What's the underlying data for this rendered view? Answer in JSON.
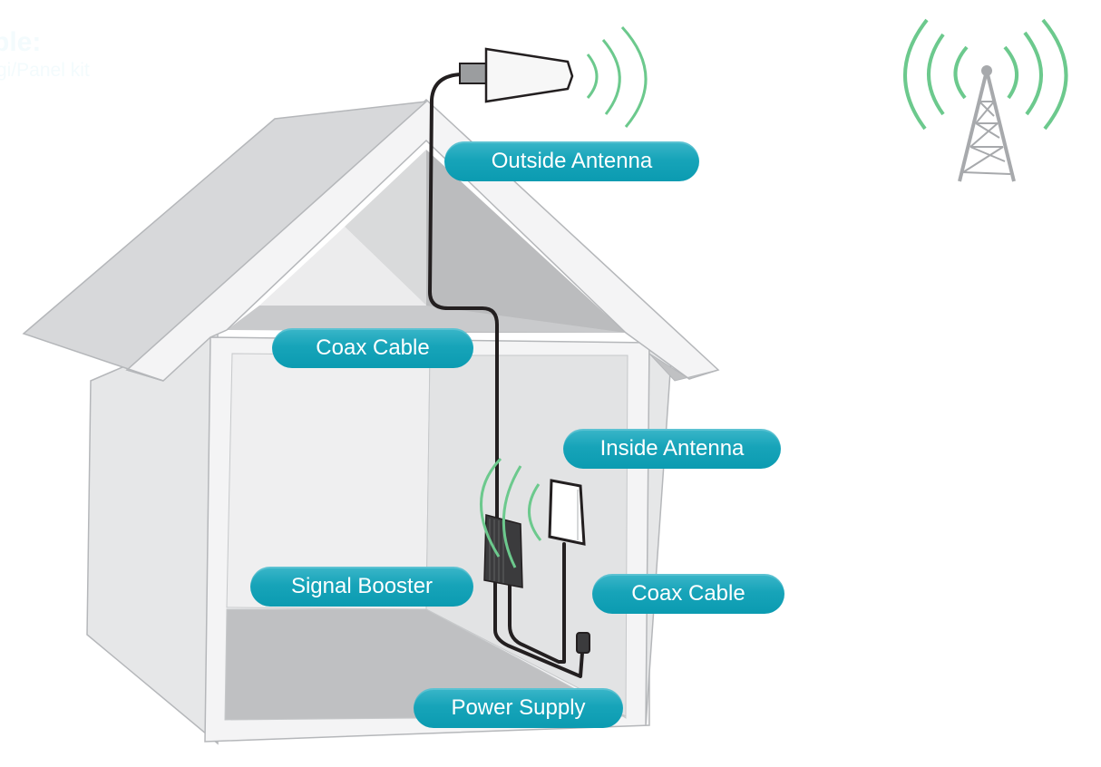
{
  "diagram": {
    "type": "cell-signal-booster-installation",
    "faded_heading": "ple:",
    "faded_subheading": "gi/Panel kit",
    "labels": {
      "outside_antenna": "Outside Antenna",
      "coax_cable_upper": "Coax Cable",
      "inside_antenna": "Inside Antenna",
      "signal_booster": "Signal Booster",
      "coax_cable_lower": "Coax Cable",
      "power_supply": "Power Supply"
    },
    "colors": {
      "label_fill": "#12a2b7",
      "signal_wave": "#6cc98d",
      "tower": "#a7a9ac",
      "cable": "#231f20",
      "house_wall": "#e6e7e8",
      "house_roof": "#d1d3d4",
      "house_interior_dark": "#bcbec0"
    },
    "components": [
      "cell-tower",
      "outside-antenna",
      "coax-cable",
      "signal-booster",
      "inside-antenna",
      "power-supply",
      "house"
    ]
  }
}
